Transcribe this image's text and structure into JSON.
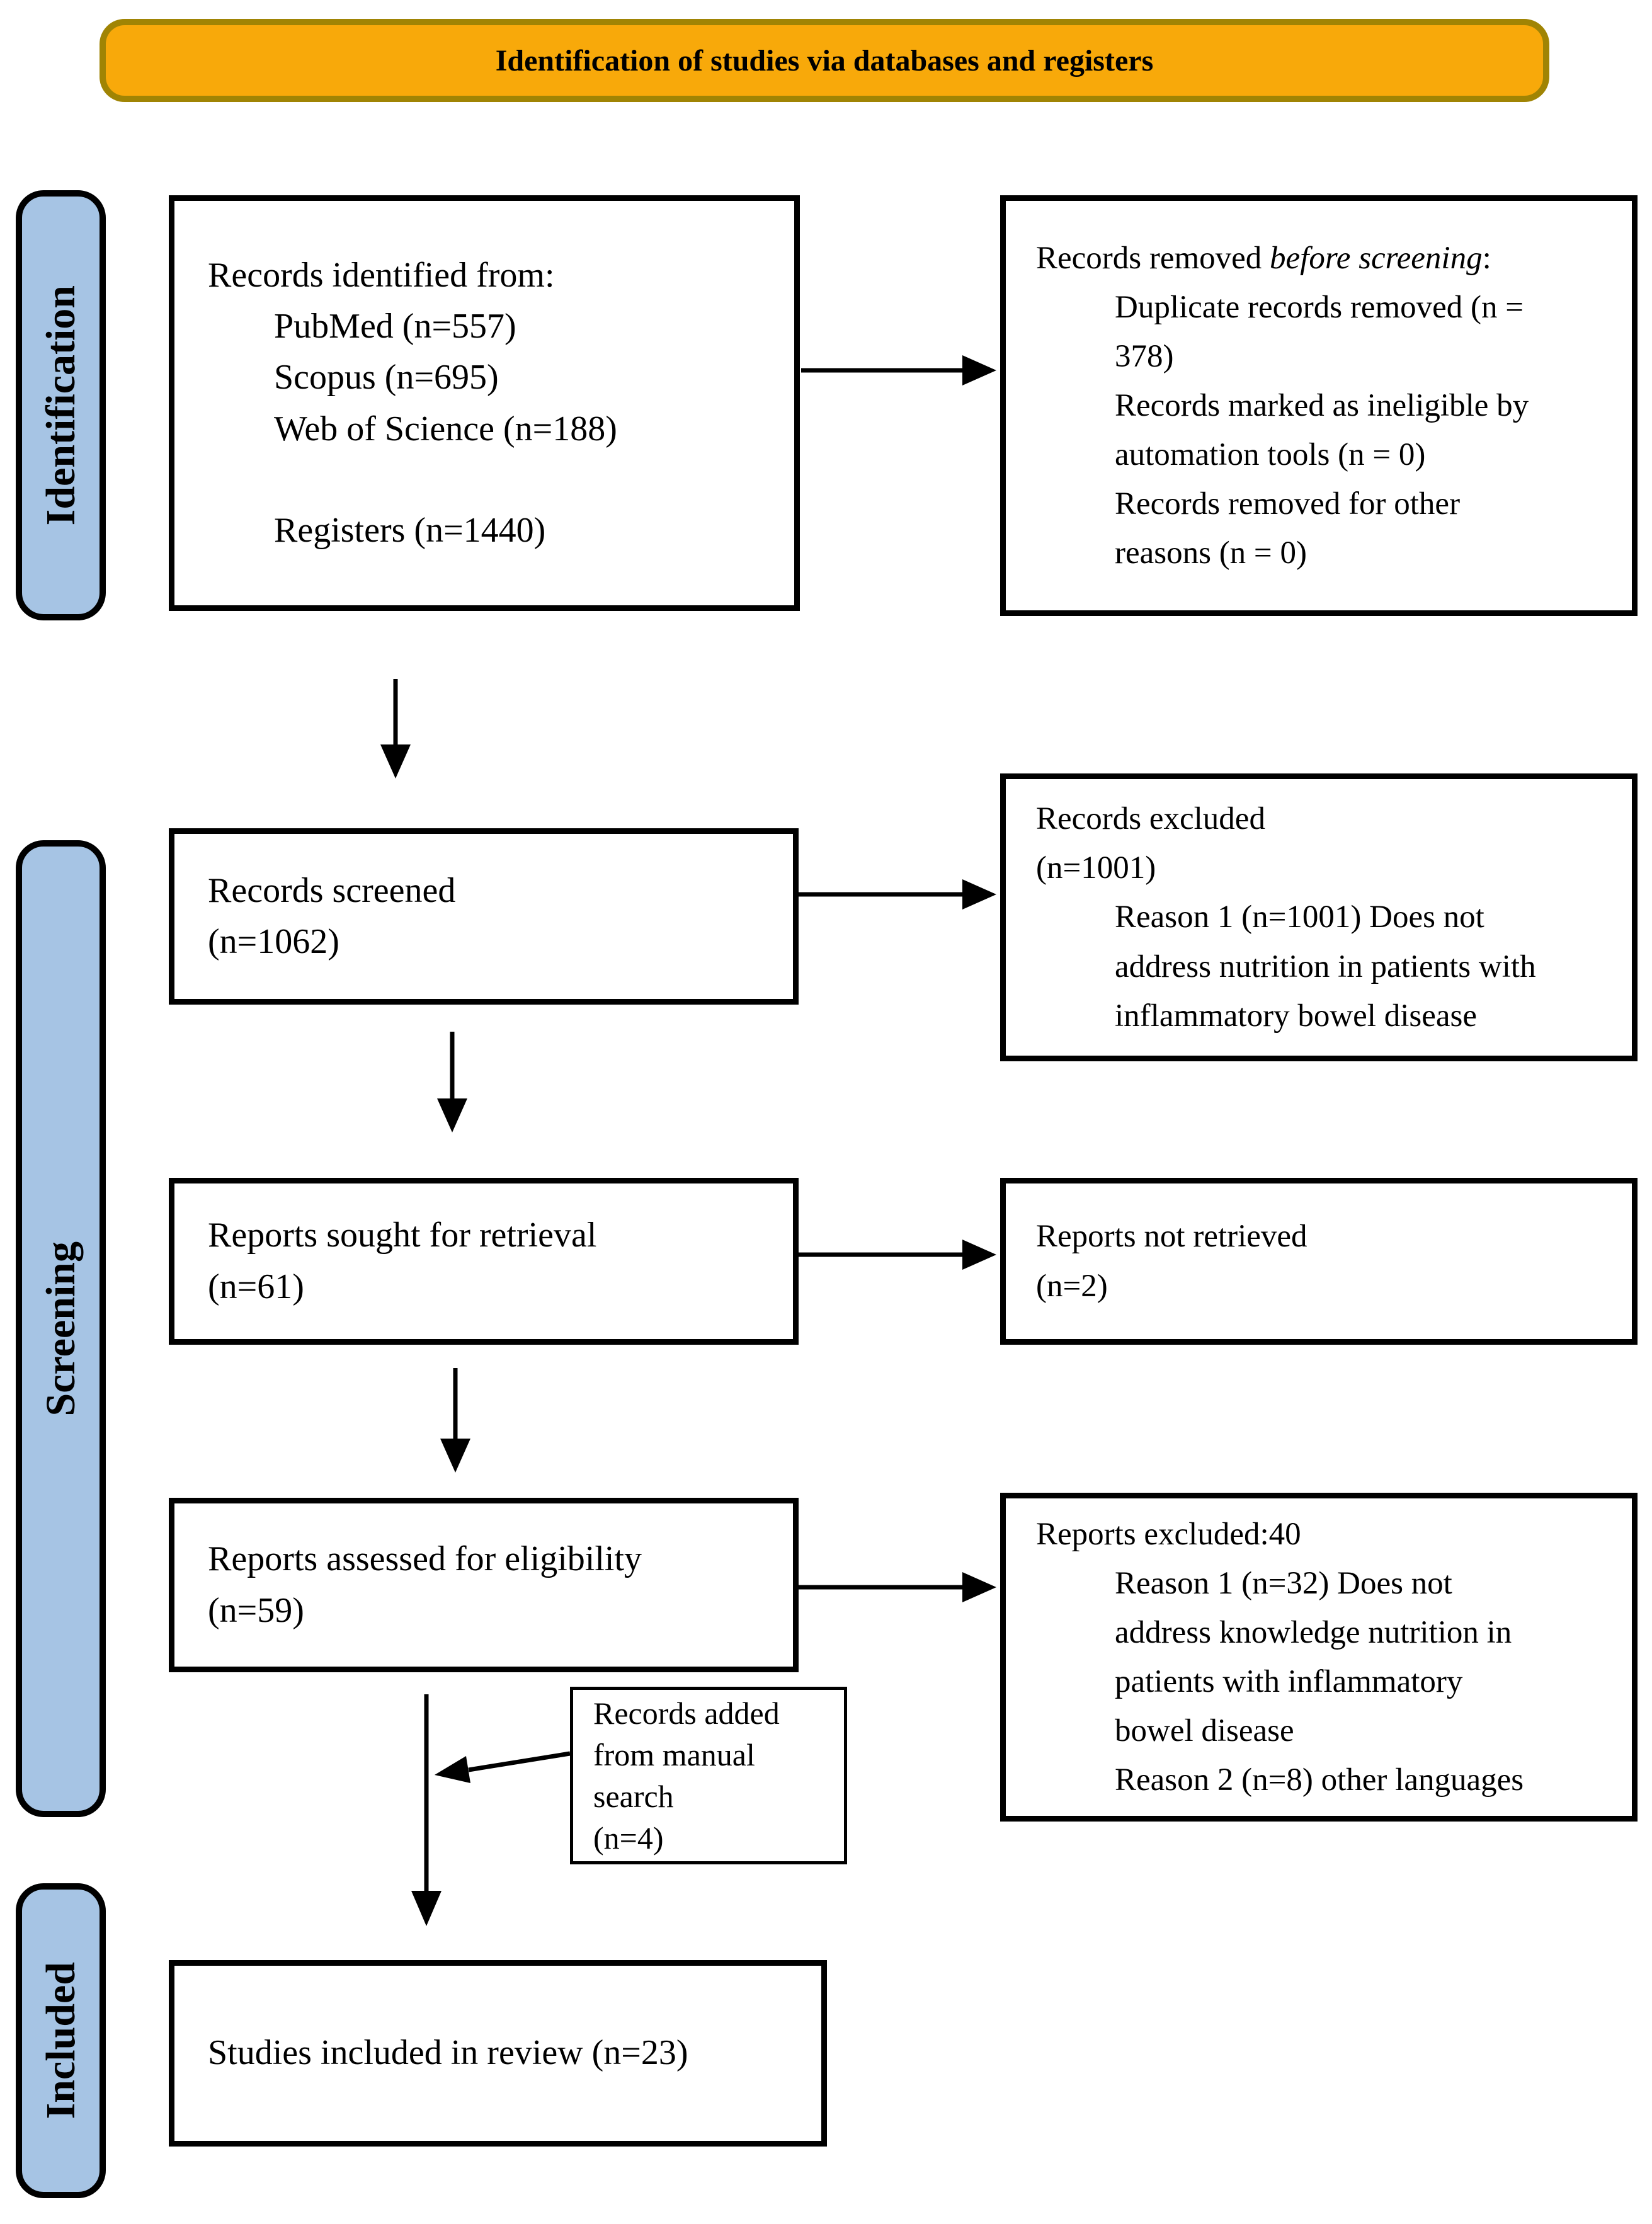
{
  "banner": {
    "title": "Identification of studies via databases and registers"
  },
  "sidebar": {
    "identification": "Identification",
    "screening": "Screening",
    "included": "Included"
  },
  "boxes": {
    "identified": {
      "header": "Records identified from:",
      "items": [
        "PubMed (n=557)",
        "Scopus (n=695)",
        "Web of Science (n=188)",
        "Registers (n=1440)"
      ]
    },
    "removed": {
      "header_prefix": "Records removed ",
      "header_italic": "before screening",
      "header_suffix": ":",
      "lines": [
        "Duplicate records removed (n =",
        "378)",
        "Records marked as ineligible by",
        "automation tools (n = 0)",
        "Records removed for other",
        "reasons (n = 0)"
      ]
    },
    "screened": {
      "line1": "Records screened",
      "line2": "(n=1062)"
    },
    "excluded": {
      "line1": "Records excluded",
      "line2": "(n=1001)",
      "reasons": [
        "Reason 1 (n=1001) Does not",
        "address nutrition in patients with",
        "inflammatory bowel disease"
      ]
    },
    "sought": {
      "line1": "Reports sought for retrieval",
      "line2": "(n=61)"
    },
    "not_retrieved": {
      "line1": "Reports not retrieved",
      "line2": "(n=2)"
    },
    "assessed": {
      "line1": "Reports assessed for eligibility",
      "line2": "(n=59)"
    },
    "reports_excluded": {
      "line1": "Reports excluded:40",
      "reasons": [
        "Reason 1 (n=32) Does not",
        "address knowledge nutrition in",
        "patients with inflammatory",
        "bowel disease",
        "Reason 2 (n=8) other languages"
      ]
    },
    "manual": {
      "lines": [
        "Records added",
        "from manual",
        "search",
        "(n=4)"
      ]
    },
    "included_review": {
      "line1": "Studies included in review (n=23)"
    }
  },
  "colors": {
    "banner_fill": "#F8A90A",
    "banner_border": "#A08404",
    "sidebar_fill": "#A6C4E4",
    "box_border": "#000000",
    "arrow": "#000000",
    "text": "#000000"
  }
}
